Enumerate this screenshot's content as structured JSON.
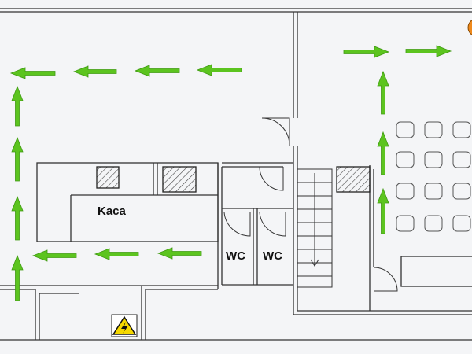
{
  "plan": {
    "rooms": {
      "cashier": "Kaca",
      "wc_left": "WC",
      "wc_right": "WC"
    },
    "colors": {
      "arrow": "#5cc41f",
      "arrow_stroke": "#3f9a12",
      "wall": "#333333",
      "hatch": "#444444",
      "warning": "#f5d800",
      "marker": "#f08a1c"
    }
  }
}
